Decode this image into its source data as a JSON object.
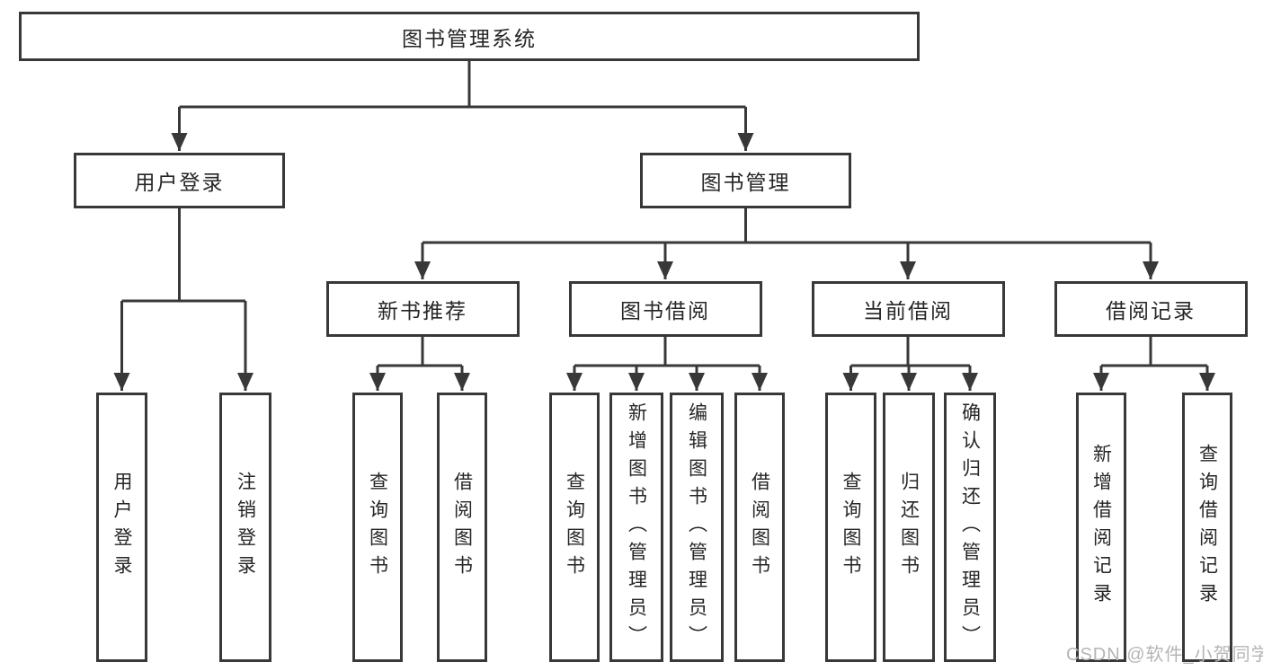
{
  "page": {
    "watermark": "CSDN @软件_小贺同学",
    "colors": {
      "background": "#ffffff",
      "line": "#383838",
      "box_border": "#383838",
      "text": "#262626",
      "watermark": "#b5b5b5"
    }
  },
  "tree": {
    "label": "图书管理系统",
    "children": [
      {
        "label": "用户登录",
        "children": [
          {
            "label": "用户登录"
          },
          {
            "label": "注销登录"
          }
        ]
      },
      {
        "label": "图书管理",
        "children": [
          {
            "label": "新书推荐",
            "children": [
              {
                "label": "查询图书"
              },
              {
                "label": "借阅图书"
              }
            ]
          },
          {
            "label": "图书借阅",
            "children": [
              {
                "label": "查询图书"
              },
              {
                "label": "新增图书（管理员）"
              },
              {
                "label": "编辑图书（管理员）"
              },
              {
                "label": "借阅图书"
              }
            ]
          },
          {
            "label": "当前借阅",
            "children": [
              {
                "label": "查询图书"
              },
              {
                "label": "归还图书"
              },
              {
                "label": "确认归还（管理员）"
              }
            ]
          },
          {
            "label": "借阅记录",
            "children": [
              {
                "label": "新增借阅记录"
              },
              {
                "label": "查询借阅记录"
              }
            ]
          }
        ]
      }
    ]
  }
}
